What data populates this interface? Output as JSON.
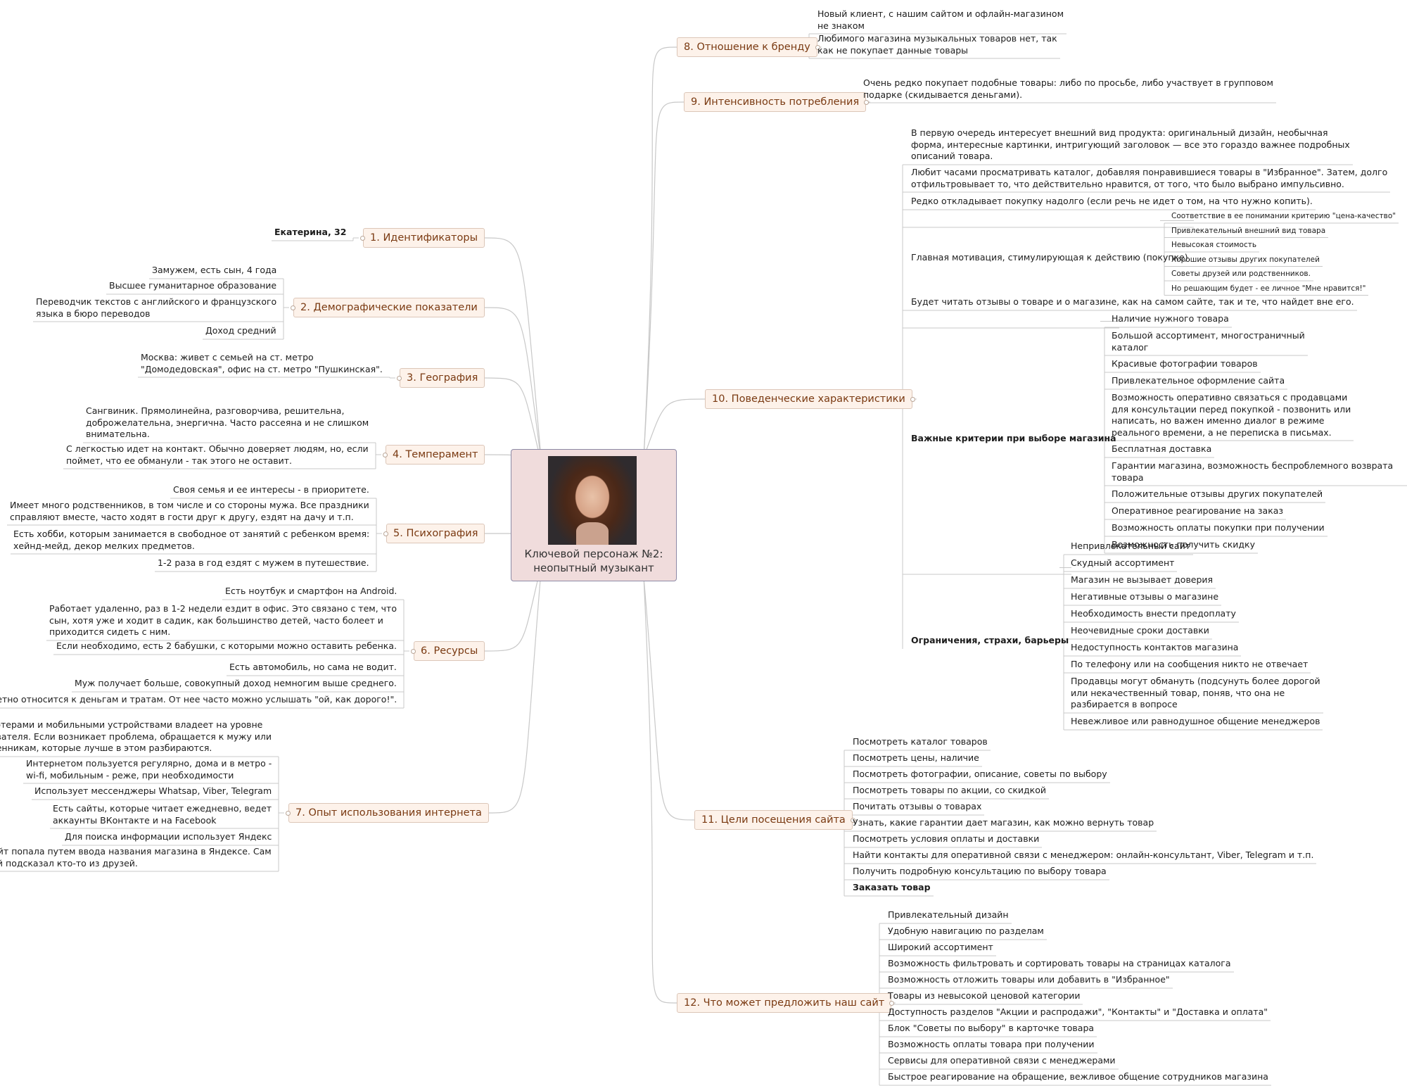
{
  "center": {
    "title_line1": "Ключевой персонаж №2:",
    "title_line2": "неопытный музыкант",
    "photo": "portrait-photo"
  },
  "colors": {
    "branch_bg": "#fdf2ea",
    "branch_border": "#dcc6b8",
    "branch_text": "#7a3a12",
    "center_bg": "#f0dcdc",
    "center_border": "#8d8aa6",
    "line": "#c8c8c8"
  },
  "branches": [
    {
      "label": "1. Идентификаторы",
      "leaves": [
        {
          "t": "Екатерина, 32",
          "b": true
        }
      ]
    },
    {
      "label": "2. Демографические показатели",
      "leaves": [
        {
          "t": "Замужем, есть сын, 4 года"
        },
        {
          "t": "Высшее гуманитарное образование"
        },
        {
          "t": "Переводчик текстов с английского и французского\nязыка в бюро переводов"
        },
        {
          "t": "Доход средний"
        }
      ]
    },
    {
      "label": "3. География",
      "leaves": [
        {
          "t": "Москва: живет с семьей на ст. метро\n\"Домодедовская\", офис на ст. метро \"Пушкинская\"."
        }
      ]
    },
    {
      "label": "4. Темперамент",
      "leaves": [
        {
          "t": "Сангвиник. Прямолинейна, разговорчива, решительна,\nдоброжелательна, энергична. Часто рассеяна и не слишком\nвнимательна."
        },
        {
          "t": "С легкостью идет на контакт. Обычно доверяет людям, но, если\nпоймет, что ее обманули - так этого не оставит."
        }
      ]
    },
    {
      "label": "5. Психография",
      "leaves": [
        {
          "t": "Своя семья и ее интересы - в приоритете."
        },
        {
          "t": "Имеет много родственников, в том числе и со стороны мужа. Все праздники\nсправляют вместе, часто ходят в гости друг к другу, ездят на дачу и т.п."
        },
        {
          "t": "Есть хобби, которым занимается в свободное от занятий с ребенком время:\nхейнд-мейд, декор мелких предметов."
        },
        {
          "t": "1-2 раза в год ездят с мужем в путешествие."
        }
      ]
    },
    {
      "label": "6. Ресурсы",
      "leaves": [
        {
          "t": "Есть ноутбук и смартфон на Android."
        },
        {
          "t": "Работает удаленно, раз в 1-2 недели ездит в офис. Это связано с тем, что\nсын, хотя уже и ходит в садик, как большинство детей, часто болеет и\nприходится сидеть с ним."
        },
        {
          "t": "Если необходимо, есть 2 бабушки, с которыми можно оставить ребенка."
        },
        {
          "t": "Есть автомобиль, но сама не водит."
        },
        {
          "t": "Муж получает больше, совокупный доход немногим выше среднего."
        },
        {
          "t": "Треетно относится к деньгам и тратам. От нее часто можно услышать \"ой, как дорого!\"."
        }
      ]
    },
    {
      "label": "7. Опыт использования интернета",
      "leaves": [
        {
          "t": "Компьютерами и мобильными устройствами владеет на уровне\nпользователя. Если возникает проблема, обращается к мужу или\nродственникам, которые лучше в этом разбираются."
        },
        {
          "t": "Интернетом пользуется регулярно, дома и в метро -\nwi-fi, мобильным - реже, при необходимости"
        },
        {
          "t": "Использует мессенджеры Whatsap, Viber, Telegram"
        },
        {
          "t": "Есть сайты, которые читает ежедневно, ведет\nаккаунты ВКонтакте и на Facebook"
        },
        {
          "t": "Для поиска информации использует Яндекс"
        },
        {
          "t": "На наш сайт попала путем ввода названия магазина в Яндексе. Сам\nмагазин ей подсказал кто-то из друзей."
        }
      ]
    },
    {
      "label": "8. Отношение к бренду",
      "leaves": [
        {
          "t": "Новый клиент, с нашим сайтом и офлайн-магазином\nне знаком"
        },
        {
          "t": "Любимого магазина музыкальных товаров нет, так\nкак не покупает данные товары"
        }
      ]
    },
    {
      "label": "9. Интенсивность потребления",
      "leaves": [
        {
          "t": "Очень редко покупает подобные товары: либо по просьбе, либо участвует в групповом\nподарке (скидывается деньгами)."
        }
      ]
    },
    {
      "label": "10. Поведенческие характеристики",
      "leaves": [
        {
          "t": "В первую очередь интересует внешний вид продукта: оригинальный дизайн, необычная\nформа, интересные картинки, интригующий заголовок — все это гораздо важнее подробных\nописаний товара."
        },
        {
          "t": "Любит часами просматривать каталог, добавляя понравившиеся товары в \"Избранное\". Затем, долго\nотфильтровывает то, что действительно нравится, от того, что было выбрано импульсивно."
        },
        {
          "t": "Редко откладывает покупку надолго (если речь не идет о том, на что нужно копить)."
        },
        {
          "t": "Главная мотивация, стимулирующая к действию (покупке).",
          "children": [
            "Соответствие в ее понимании критерию \"цена-качество\"",
            "Привлекательный внешний вид товара",
            "Невысокая стоимость",
            "Хорошие отзывы других покупателей",
            "Советы друзей или родственников.",
            "Но решающим будет - ее личное \"Мне нравится!\""
          ]
        },
        {
          "t": "Будет читать отзывы о товаре и о магазине, как на самом сайте, так и те, что найдет вне его."
        },
        {
          "t": "Важные критерии при выборе магазина",
          "b": true,
          "children": [
            "Наличие нужного товара",
            "Большой ассортимент, многостраничный\nкаталог",
            "Красивые фотографии товаров",
            "Привлекательное оформление сайта",
            "Возможность оперативно связаться с продавцами\nдля консультации перед покупкой - позвонить или\nнаписать, но важен именно диалог в режиме\nреального времени, а не переписка в письмах.",
            "Бесплатная доставка",
            "Гарантии магазина, возможность беспроблемного возврата товара",
            "Положительные отзывы других покупателей",
            "Оперативное реагирование на заказ",
            "Возможность оплаты покупки при получении",
            "Возможность получить скидку"
          ]
        },
        {
          "t": "Ограничения, страхи, барьеры",
          "b": true,
          "children": [
            "Непривлекательный сайт",
            "Скудный ассортимент",
            "Магазин не вызывает доверия",
            "Негативные отзывы о магазине",
            "Необходимость внести предоплату",
            "Неочевидные сроки доставки",
            "Недоступность контактов магазина",
            "По телефону или на сообщения никто не отвечает",
            "Продавцы могут обмануть (подсунуть более дорогой\nили некачественный товар, поняв, что она не\nразбирается в вопросе",
            "Невежливое или равнодушное общение менеджеров"
          ]
        }
      ]
    },
    {
      "label": "11. Цели посещения сайта",
      "leaves": [
        {
          "t": "Посмотреть каталог товаров"
        },
        {
          "t": "Посмотреть цены, наличие"
        },
        {
          "t": "Посмотреть фотографии, описание, советы по выбору"
        },
        {
          "t": "Посмотреть товары по акции, со скидкой"
        },
        {
          "t": "Почитать отзывы о товарах"
        },
        {
          "t": "Узнать, какие гарантии дает магазин, как можно вернуть товар"
        },
        {
          "t": "Посмотреть условия оплаты и доставки"
        },
        {
          "t": "Найти контакты для оперативной связи с менеджером: онлайн-консультант, Viber, Telegram и т.п."
        },
        {
          "t": "Получить подробную консультацию по выбору товара"
        },
        {
          "t": "Заказать товар",
          "b": true
        }
      ]
    },
    {
      "label": "12. Что может предложить наш сайт",
      "leaves": [
        {
          "t": "Привлекательный дизайн"
        },
        {
          "t": "Удобную навигацию по разделам"
        },
        {
          "t": "Широкий ассортимент"
        },
        {
          "t": "Возможность фильтровать и сортировать товары на страницах каталога"
        },
        {
          "t": "Возможность отложить товары или добавить в \"Избранное\""
        },
        {
          "t": "Товары из невысокой ценовой категории"
        },
        {
          "t": "Доступность разделов \"Акции и распродажи\", \"Контакты\" и \"Доставка и оплата\""
        },
        {
          "t": "Блок \"Советы по выбору\" в карточке товара"
        },
        {
          "t": "Возможность оплаты товара при получении"
        },
        {
          "t": "Сервисы для оперативной связи с менеджерами"
        },
        {
          "t": "Быстрое реагирование на обращение, вежливое общение сотрудников магазина"
        }
      ]
    }
  ]
}
